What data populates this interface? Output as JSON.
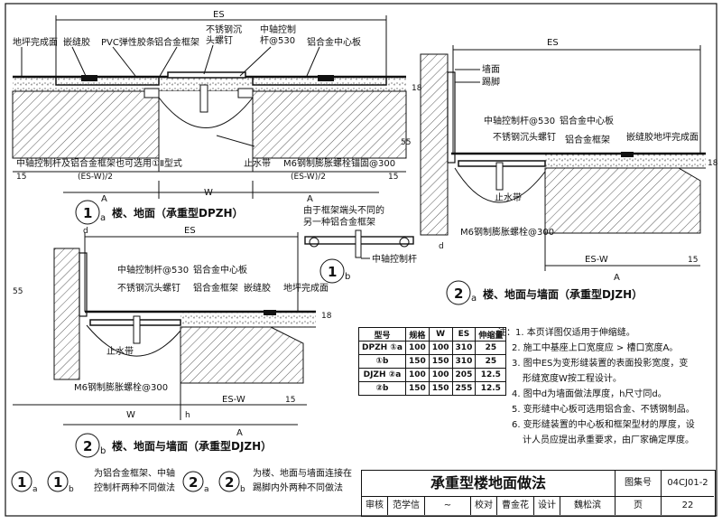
{
  "sheet": {
    "title": "承重型楼地面做法",
    "atlas_label": "图集号",
    "atlas_no": "04CJ01-2",
    "page_label": "页",
    "page_no": "22",
    "signatures": [
      "审核",
      "范学信",
      "校对",
      "曹金花",
      "设计",
      "魏松滨"
    ]
  },
  "fig1a": {
    "marker": "1",
    "sub": "a",
    "caption": "楼、地面（承重型DPZH）",
    "labels": [
      "地坪完成面",
      "嵌缝胶",
      "PVC弹性胶条",
      "铝合金框架",
      "不锈钢沉",
      "头螺钉",
      "中轴控制",
      "杆@530",
      "铝合金中心板",
      "中轴控制杆及铝合金框架也可选用①Ⅱ型式",
      "止水带",
      "M6钢制膨胀螺栓锚固@300"
    ],
    "dims": [
      "ES",
      "15",
      "(ES-W)/2",
      "A",
      "W",
      "(ES-W)/2",
      "15",
      "A",
      "18"
    ]
  },
  "fig1b": {
    "marker": "1",
    "sub": "b",
    "labels": [
      "由于框架端头不同的",
      "另一种铝合金框架",
      "中轴控制杆"
    ]
  },
  "fig2a": {
    "marker": "2",
    "sub": "a",
    "caption": "楼、地面与墙面（承重型DJZH）",
    "labels": [
      "墙面",
      "踢脚",
      "中轴控制杆@530",
      "铝合金中心板",
      "不锈钢沉头螺钉",
      "铝合金框架",
      "嵌缝胶",
      "地坪完成面",
      "止水带",
      "M6钢制膨胀螺栓@300"
    ],
    "dims": [
      "ES",
      "55",
      "18",
      "d",
      "ES-W",
      "15",
      "A"
    ]
  },
  "fig2b": {
    "marker": "2",
    "sub": "b",
    "caption": "楼、地面与墙面（承重型DJZH）",
    "labels": [
      "中轴控制杆@530",
      "铝合金中心板",
      "不锈钢沉头螺钉",
      "铝合金框架",
      "嵌缝胶",
      "地坪完成面",
      "止水带",
      "M6钢制膨胀螺栓@300"
    ],
    "dims": [
      "ES",
      "d",
      "55",
      "18",
      "W",
      "h",
      "ES-W",
      "15",
      "A"
    ]
  },
  "spec_table": {
    "headers": [
      "型号",
      "规格",
      "W",
      "ES",
      "伸缩量"
    ],
    "rows": [
      [
        "DPZH ①a",
        "100",
        "100",
        "310",
        "25"
      ],
      [
        "①b",
        "150",
        "150",
        "310",
        "25"
      ],
      [
        "DJZH ②a",
        "100",
        "100",
        "205",
        "12.5"
      ],
      [
        "②b",
        "150",
        "150",
        "255",
        "12.5"
      ]
    ]
  },
  "notes": [
    "注：1. 本页详图仅适用于伸缩缝。",
    "2. 施工中基座上口宽度应 > 槽口宽度A。",
    "3. 图中ES为变形缝装置的表面投影宽度，变",
    "形缝宽度W按工程设计。",
    "4. 图中d为墙面做法厚度，h尺寸同d。",
    "5. 变形缝中心板可选用铝合金、不锈钢制品。",
    "6. 变形缝装置的中心板和框架型材的厚度，设",
    "计人员应提出承重要求，由厂家确定厚度。"
  ],
  "legend": {
    "left_text_1": "为铝合金框架、中轴",
    "left_text_2": "控制杆两种不同做法",
    "right_text_1": "为楼、地面与墙面连接在",
    "right_text_2": "踢脚内外两种不同做法",
    "m1": "1",
    "m1a": "a",
    "m1b": "b",
    "m2": "2",
    "m2a": "a",
    "m2b": "b"
  }
}
